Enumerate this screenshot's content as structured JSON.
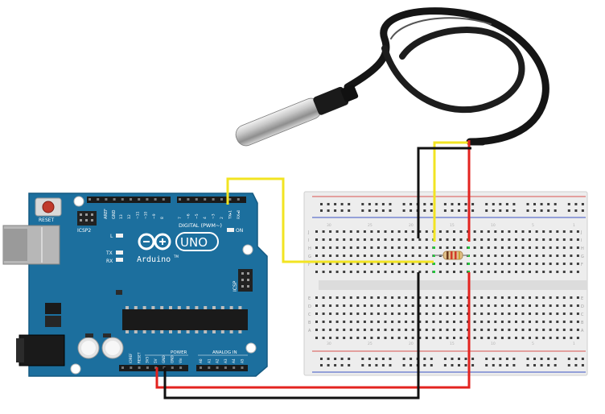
{
  "arduino": {
    "reset_label": "RESET",
    "icsp2_label": "ICSP2",
    "l_label": "L",
    "tx_label": "TX",
    "rx_label": "RX",
    "on_label": "ON",
    "uno_label": "UNO",
    "brand_label": "Arduino",
    "tm_label": "TM",
    "digital_label": "DIGITAL (PWM~)",
    "aref_label": "AREF",
    "gnd_label": "GND",
    "digital_pins": [
      "13",
      "12",
      "~11",
      "~10",
      "~9",
      "8",
      "7",
      "~6",
      "~5",
      "4",
      "~3",
      "2",
      "TX▸1",
      "RX◂0"
    ],
    "icsp_label": "ICSP",
    "power_label": "POWER",
    "analog_in_label": "ANALOG IN",
    "power_pins": [
      "IOREF",
      "RESET",
      "3V3",
      "5V",
      "GND",
      "GND",
      "Vin"
    ],
    "analog_pins": [
      "A0",
      "A1",
      "A2",
      "A3",
      "A4",
      "A5"
    ]
  },
  "breadboard": {
    "row_letters_top": [
      "J",
      "I",
      "H",
      "G",
      "F"
    ],
    "row_letters_bottom": [
      "E",
      "D",
      "C",
      "B",
      "A"
    ],
    "column_numbers": [
      "1",
      "5",
      "10",
      "15",
      "20",
      "25",
      "30"
    ]
  },
  "colors": {
    "board": "#1c6f9e",
    "board_edge": "#155a82",
    "wire_yellow": "#f2e422",
    "wire_red": "#e3231f",
    "wire_black": "#111111",
    "rail_red": "#d9534f",
    "rail_blue": "#3a52c4",
    "led_green": "#22c43a"
  }
}
